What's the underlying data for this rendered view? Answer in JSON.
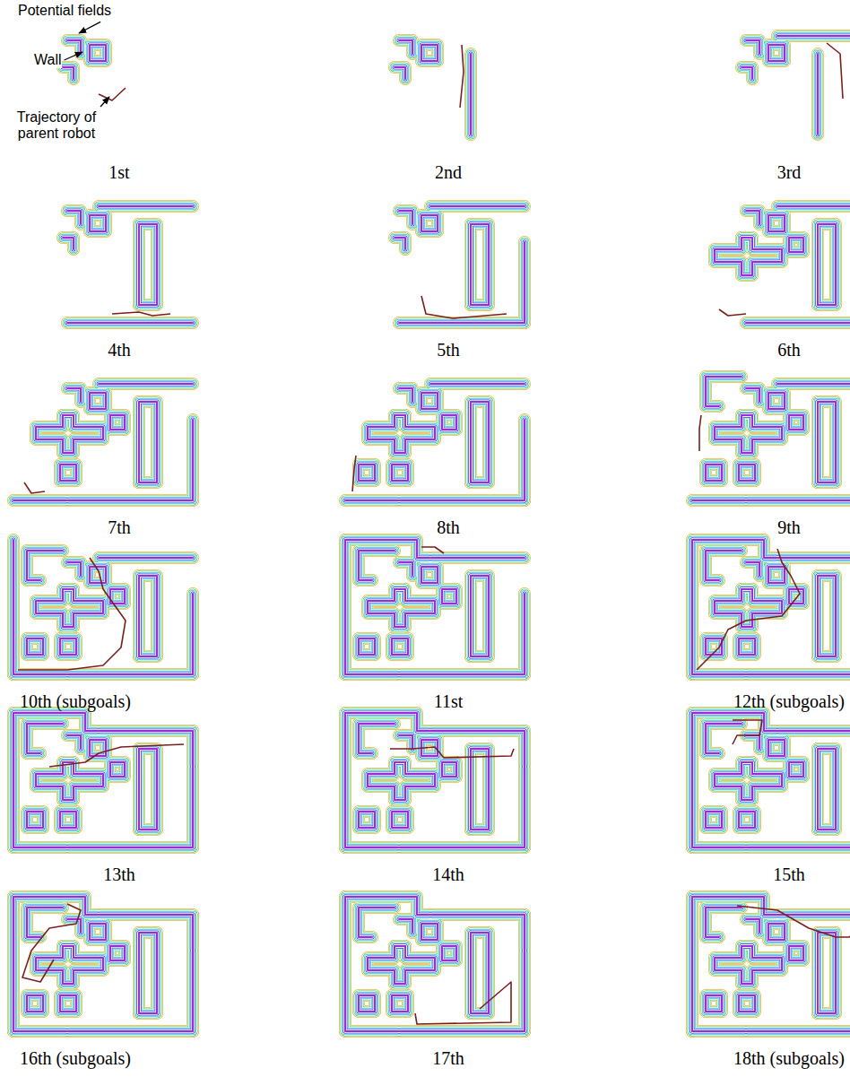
{
  "diagram": {
    "labels": [
      "Potential fields",
      "Wall",
      "Trajectory of parent robot",
      "1st",
      "2nd",
      "3rd",
      "4th",
      "5th",
      "6th",
      "7th",
      "8th",
      "9th",
      "10th (subgoals)",
      "11st",
      "12th (subgoals)",
      "13th",
      "14th",
      "15th",
      "16th (subgoals)",
      "17th",
      "18th (subgoals)"
    ]
  }
}
